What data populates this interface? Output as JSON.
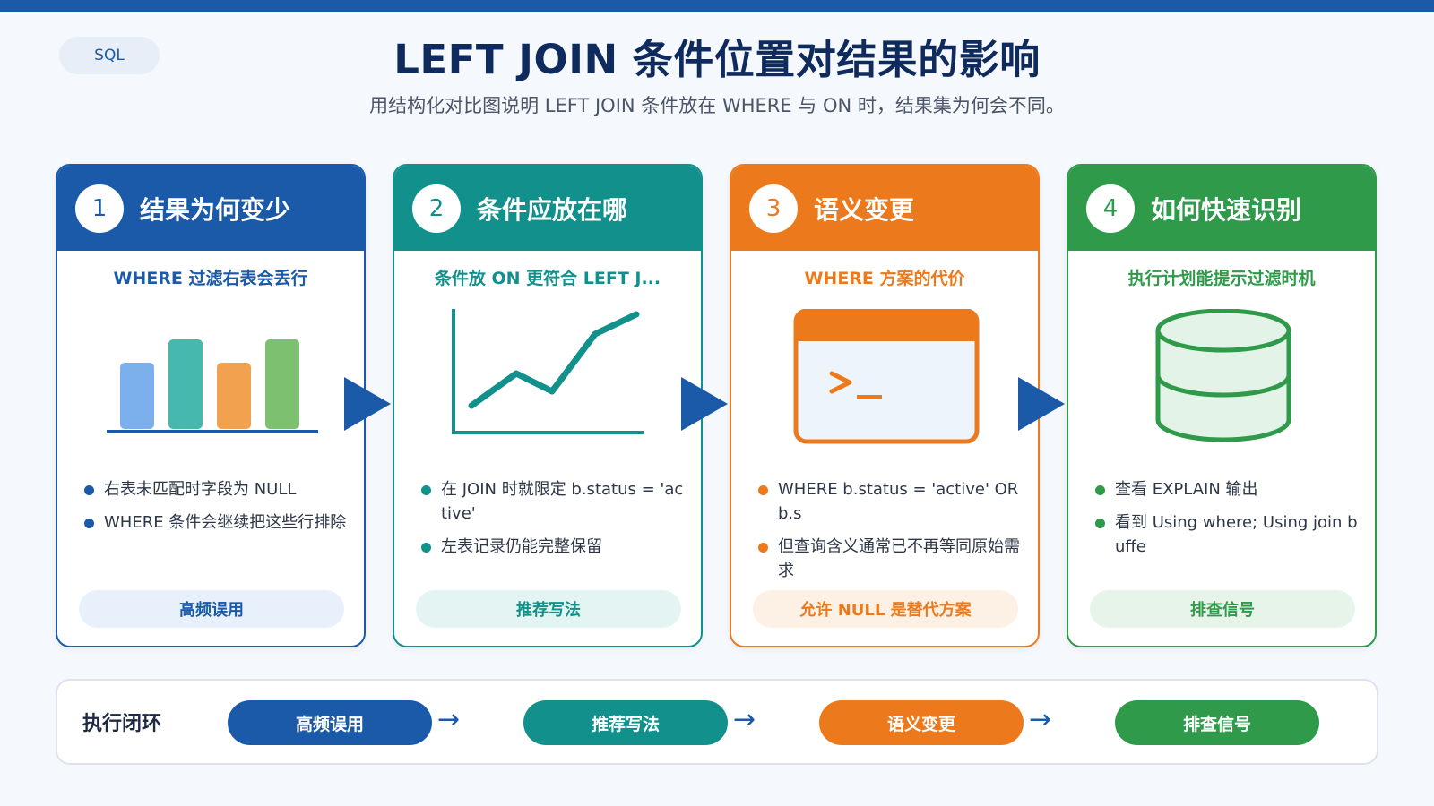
{
  "tag": "SQL",
  "title": "LEFT JOIN 条件位置对结果的影响",
  "subtitle": "用结构化对比图说明 LEFT JOIN 条件放在 WHERE 与 ON 时，结果集为何会不同。",
  "colors": {
    "blue": "#1a5aa8",
    "teal": "#12918c",
    "orange": "#ec7a1c",
    "green": "#2e9a4a"
  },
  "cards": [
    {
      "num": "1",
      "title": "结果为何变少",
      "subtitle": "WHERE 过滤右表会丢行",
      "icon": "bar-chart-icon",
      "bullets": [
        "右表未匹配时字段为 NULL",
        "WHERE 条件会继续把这些行排除"
      ],
      "tag": "高频误用"
    },
    {
      "num": "2",
      "title": "条件应放在哪",
      "subtitle": "条件放 ON 更符合 LEFT J...",
      "icon": "line-chart-icon",
      "bullets": [
        "在 JOIN 时就限定 b.status = 'active'",
        "左表记录仍能完整保留"
      ],
      "tag": "推荐写法"
    },
    {
      "num": "3",
      "title": "语义变更",
      "subtitle": "WHERE 方案的代价",
      "icon": "terminal-icon",
      "bullets": [
        "WHERE b.status = 'active' OR b.s",
        "但查询含义通常已不再等同原始需求"
      ],
      "tag": "允许 NULL 是替代方案"
    },
    {
      "num": "4",
      "title": "如何快速识别",
      "subtitle": "执行计划能提示过滤时机",
      "icon": "database-icon",
      "bullets": [
        "查看 EXPLAIN 输出",
        "看到 Using where; Using join buffe"
      ],
      "tag": "排查信号"
    }
  ],
  "flow": {
    "label": "执行闭环",
    "steps": [
      "高频误用",
      "推荐写法",
      "语义变更",
      "排查信号"
    ],
    "arrow": "→"
  }
}
